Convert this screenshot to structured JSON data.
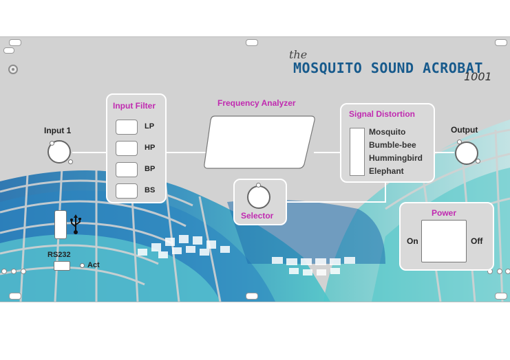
{
  "brand": {
    "prefix": "the",
    "name": "MOSQUITO SOUND ACROBAT",
    "model": "1001"
  },
  "input": {
    "label": "Input 1"
  },
  "output": {
    "label": "Output"
  },
  "input_filter": {
    "title": "Input Filter",
    "buttons": [
      "LP",
      "HP",
      "BP",
      "BS"
    ]
  },
  "frequency_analyzer": {
    "title": "Frequency Analyzer"
  },
  "selector": {
    "label": "Selector"
  },
  "signal_distortion": {
    "title": "Signal Distortion",
    "options": [
      "Mosquito",
      "Bumble-bee",
      "Hummingbird",
      "Elephant"
    ]
  },
  "power": {
    "title": "Power",
    "on_label": "On",
    "off_label": "Off"
  },
  "ports": {
    "rs232_label": "RS232",
    "act_label": "Act",
    "usb_icon": "usb-icon"
  },
  "colors": {
    "panel": "#d2d2d2",
    "accent_magenta": "#c02ab0",
    "brand_blue": "#175a8c",
    "wave_dark": "#1f6fae",
    "wave_light": "#4cc6c9"
  }
}
